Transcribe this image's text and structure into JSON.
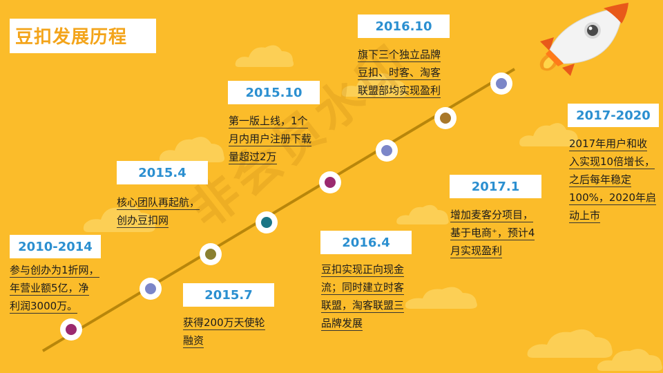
{
  "title": "豆扣发展历程",
  "watermark": "非会员水印",
  "colors": {
    "background": "#fbbc2a",
    "title_text": "#f3a41a",
    "label_text": "#2b8fd0",
    "line": "#b8860b"
  },
  "milestones": [
    {
      "label": "2010-2014",
      "lines": [
        "参与创办为1折网，",
        "年营业额5亿，净",
        "利润3000万。"
      ],
      "dot_color": "#9b2a6e"
    },
    {
      "label": "",
      "lines": [],
      "dot_color": "#7b86c8"
    },
    {
      "label": "2015.7",
      "lines": [
        "获得200万天使轮",
        "融资"
      ],
      "dot_color": "#8a8030"
    },
    {
      "label": "2015.4",
      "lines": [
        "核心团队再起航，",
        "创办豆扣网"
      ],
      "dot_color": "#1a7585"
    },
    {
      "label": "2015.10",
      "lines": [
        "第一版上线，1个",
        "月内用户注册下载",
        "量超过2万"
      ],
      "dot_color": "#9b2a6e"
    },
    {
      "label": "2016.4",
      "lines": [
        "豆扣实现正向现金",
        "流；同时建立时客",
        "联盟，淘客联盟三",
        "品牌发展"
      ],
      "dot_color": "#7b86c8"
    },
    {
      "label": "2017.1",
      "lines": [
        "增加麦客分项目，",
        "基于电商⁺，预计4",
        "月实现盈利"
      ],
      "dot_color": "#a8782a"
    },
    {
      "label": "2016.10",
      "lines": [
        "旗下三个独立品牌",
        "豆扣、时客、淘客",
        "联盟部均实现盈利"
      ],
      "dot_color": "#7b86c8"
    },
    {
      "label": "2017-2020",
      "lines": [
        "2017年用户和收",
        "入实现10倍增长，",
        "之后每年稳定",
        "100%，2020年启",
        "动上市"
      ],
      "dot_color": ""
    }
  ]
}
